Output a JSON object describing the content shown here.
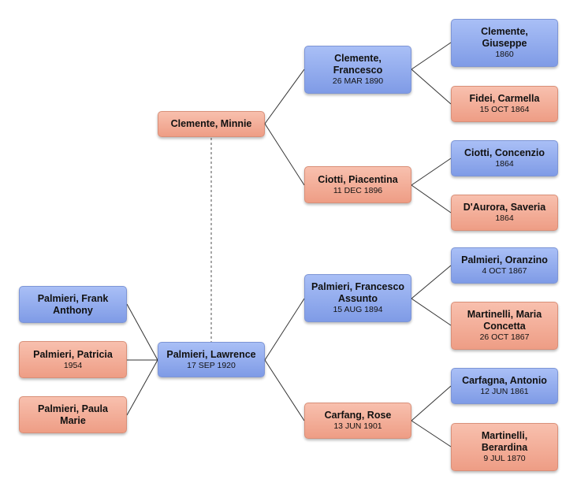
{
  "people": {
    "lawrence": {
      "name": "Palmieri, Lawrence",
      "date": "17 SEP 1920"
    },
    "minnie": {
      "name": "Clemente, Minnie",
      "date": ""
    },
    "frank": {
      "name": "Palmieri, Frank Anthony",
      "date": ""
    },
    "patricia": {
      "name": "Palmieri, Patricia",
      "date": "1954"
    },
    "paula": {
      "name": "Palmieri, Paula Marie",
      "date": ""
    },
    "francesco_c": {
      "name": "Clemente, Francesco",
      "date": "26 MAR 1890"
    },
    "piacentina": {
      "name": "Ciotti, Piacentina",
      "date": "11 DEC 1896"
    },
    "francesco_p": {
      "name": "Palmieri, Francesco Assunto",
      "date": "15 AUG 1894"
    },
    "rose": {
      "name": "Carfang, Rose",
      "date": "13 JUN 1901"
    },
    "giuseppe": {
      "name": "Clemente, Giuseppe",
      "date": "1860"
    },
    "carmella": {
      "name": "Fidei, Carmella",
      "date": "15 OCT 1864"
    },
    "concenzio": {
      "name": "Ciotti, Concenzio",
      "date": "1864"
    },
    "saveria": {
      "name": "D'Aurora, Saveria",
      "date": "1864"
    },
    "oranzino": {
      "name": "Palmieri, Oranzino",
      "date": "4 OCT 1867"
    },
    "maria": {
      "name": "Martinelli, Maria Concetta",
      "date": "26 OCT 1867"
    },
    "antonio": {
      "name": "Carfagna, Antonio",
      "date": "12 JUN 1861"
    },
    "berardina": {
      "name": "Martinelli, Berardina",
      "date": "9 JUL 1870"
    }
  },
  "colors": {
    "male": "#8fa9ee",
    "female": "#f4ae98",
    "line": "#333333",
    "spouse_line": "#777777"
  }
}
